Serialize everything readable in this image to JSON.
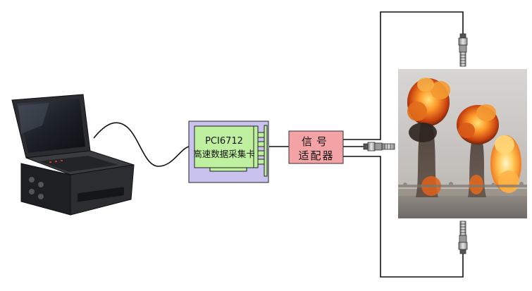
{
  "card": {
    "model": "PCI6712",
    "name": "高速数据采集卡",
    "fill_color": "#bff0a0",
    "board_color": "#c9c2ef"
  },
  "adapter": {
    "line1": "信号",
    "line2": "适配器",
    "fill_color": "#f3a3a5"
  },
  "scene": {
    "laptop_icon": "rugged-laptop-icon",
    "sensor_icon": "pressure-sensor-icon",
    "photo_subject": "explosion-test-photo"
  }
}
